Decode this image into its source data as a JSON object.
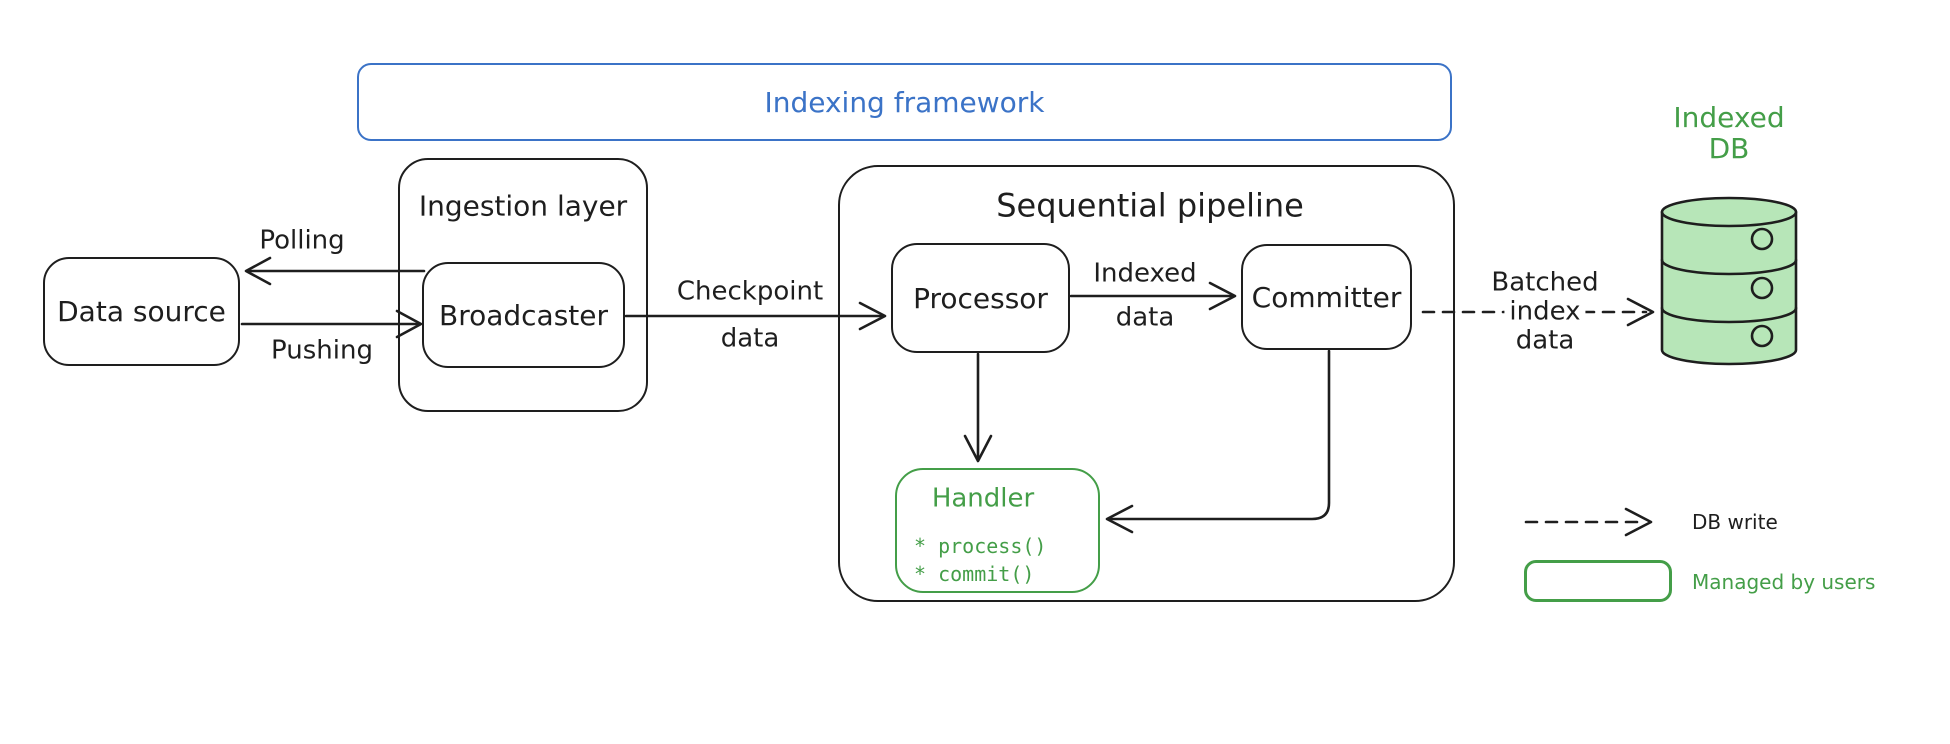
{
  "diagram": {
    "frame": {
      "label": "Indexing framework"
    },
    "nodes": {
      "data_source": {
        "label": "Data source"
      },
      "ingestion": {
        "label": "Ingestion layer"
      },
      "broadcaster": {
        "label": "Broadcaster"
      },
      "pipeline": {
        "label": "Sequential pipeline"
      },
      "processor": {
        "label": "Processor"
      },
      "committer": {
        "label": "Committer"
      },
      "handler": {
        "title": "Handler",
        "methods": [
          "* process()",
          "* commit()"
        ]
      },
      "indexed_db": {
        "line1": "Indexed",
        "line2": "DB"
      }
    },
    "edges": {
      "polling": {
        "label": "Polling"
      },
      "pushing": {
        "label": "Pushing"
      },
      "checkpoint": {
        "line1": "Checkpoint",
        "line2": "data"
      },
      "indexed": {
        "line1": "Indexed",
        "line2": "data"
      },
      "batched": {
        "line1": "Batched",
        "line2": "index",
        "line3": "data"
      }
    },
    "legend": {
      "db_write": "DB write",
      "managed": "Managed by users"
    },
    "colors": {
      "stroke": "#1e1e1e",
      "blue": "#3b73c7",
      "green": "#449e48",
      "green_fill": "#b7e6b8"
    }
  }
}
